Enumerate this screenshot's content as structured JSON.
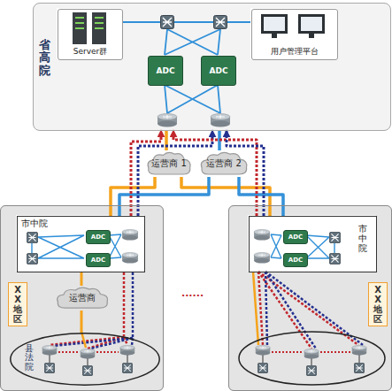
{
  "diagram": {
    "nodes": [
      {
        "text": [
          "省高院"
        ]
      },
      {
        "text": [
          "Server群"
        ],
        "in": 0
      },
      {
        "text": [
          "用户管理平台"
        ],
        "in": 0
      },
      {
        "text": [
          "ADC"
        ],
        "in": 0
      },
      {
        "text": [
          "ADC"
        ],
        "in": 0
      },
      {
        "text": [
          "运营商 1"
        ]
      },
      {
        "text": [
          "运营商 2"
        ]
      },
      {
        "text": [
          "XX 地区"
        ]
      },
      {
        "text": [
          "市中院"
        ],
        "in": 7
      },
      {
        "text": [
          "ADC"
        ],
        "in": 8
      },
      {
        "text": [
          "ADC"
        ],
        "in": 8
      },
      {
        "text": [
          "运营商"
        ],
        "in": 7
      },
      {
        "text": [
          "县法院"
        ],
        "in": 7
      },
      {
        "text": [
          "XX 地区"
        ]
      },
      {
        "text": [
          "市中院"
        ],
        "in": 13
      },
      {
        "text": [
          "ADC"
        ],
        "in": 14
      },
      {
        "text": [
          "ADC"
        ],
        "in": 14
      }
    ],
    "edges": [
      {
        "from": 0,
        "to": 5,
        "arrow": "none"
      },
      {
        "from": 0,
        "to": 6,
        "arrow": "none"
      },
      {
        "from": 5,
        "to": 8,
        "arrow": "none"
      },
      {
        "from": 5,
        "to": 14,
        "arrow": "none"
      },
      {
        "from": 6,
        "to": 8,
        "arrow": "none"
      },
      {
        "from": 6,
        "to": 14,
        "arrow": "none"
      },
      {
        "from": 8,
        "to": 0,
        "arrow": "to"
      },
      {
        "from": 8,
        "to": 0,
        "arrow": "to"
      },
      {
        "from": 14,
        "to": 0,
        "arrow": "to"
      },
      {
        "from": 14,
        "to": 0,
        "arrow": "to"
      },
      {
        "from": 8,
        "to": 11,
        "arrow": "none"
      },
      {
        "from": 11,
        "to": 12,
        "arrow": "none"
      },
      {
        "from": 8,
        "to": 12,
        "arrow": "none"
      },
      {
        "from": 8,
        "to": 12,
        "arrow": "none"
      }
    ],
    "labels": [
      "......"
    ]
  }
}
